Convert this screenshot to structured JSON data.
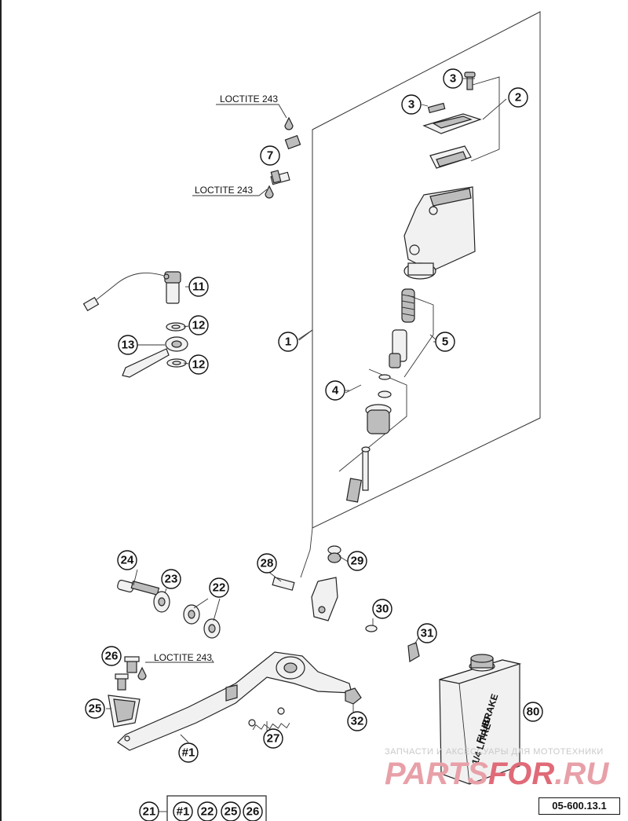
{
  "diagram": {
    "drawing_code": "05-600.13.1",
    "loctite_labels": [
      "LOCTITE 243",
      "LOCTITE 243",
      "LOCTITE 243"
    ],
    "callouts": [
      "1",
      "2",
      "3",
      "3",
      "4",
      "5",
      "7",
      "11",
      "12",
      "12",
      "13",
      "21",
      "22",
      "22",
      "23",
      "24",
      "25",
      "26",
      "27",
      "28",
      "29",
      "30",
      "31",
      "32",
      "#1",
      "80"
    ],
    "set_box": {
      "lead": "21",
      "items": [
        "#1",
        "22",
        "25",
        "26"
      ]
    },
    "bottle_label": [
      "BRAKE",
      "FLUID",
      "1/4 LITRE"
    ]
  },
  "watermark": {
    "line1": "ЗАПЧАСТИ И АКСЕССУАРЫ ДЛЯ МОТОТЕХНИКИ",
    "brand_a": "PARTS",
    "brand_b": "FOR",
    "brand_c": ".RU",
    "color_main": "#e8a0a8",
    "color_accent": "#e06a78"
  }
}
